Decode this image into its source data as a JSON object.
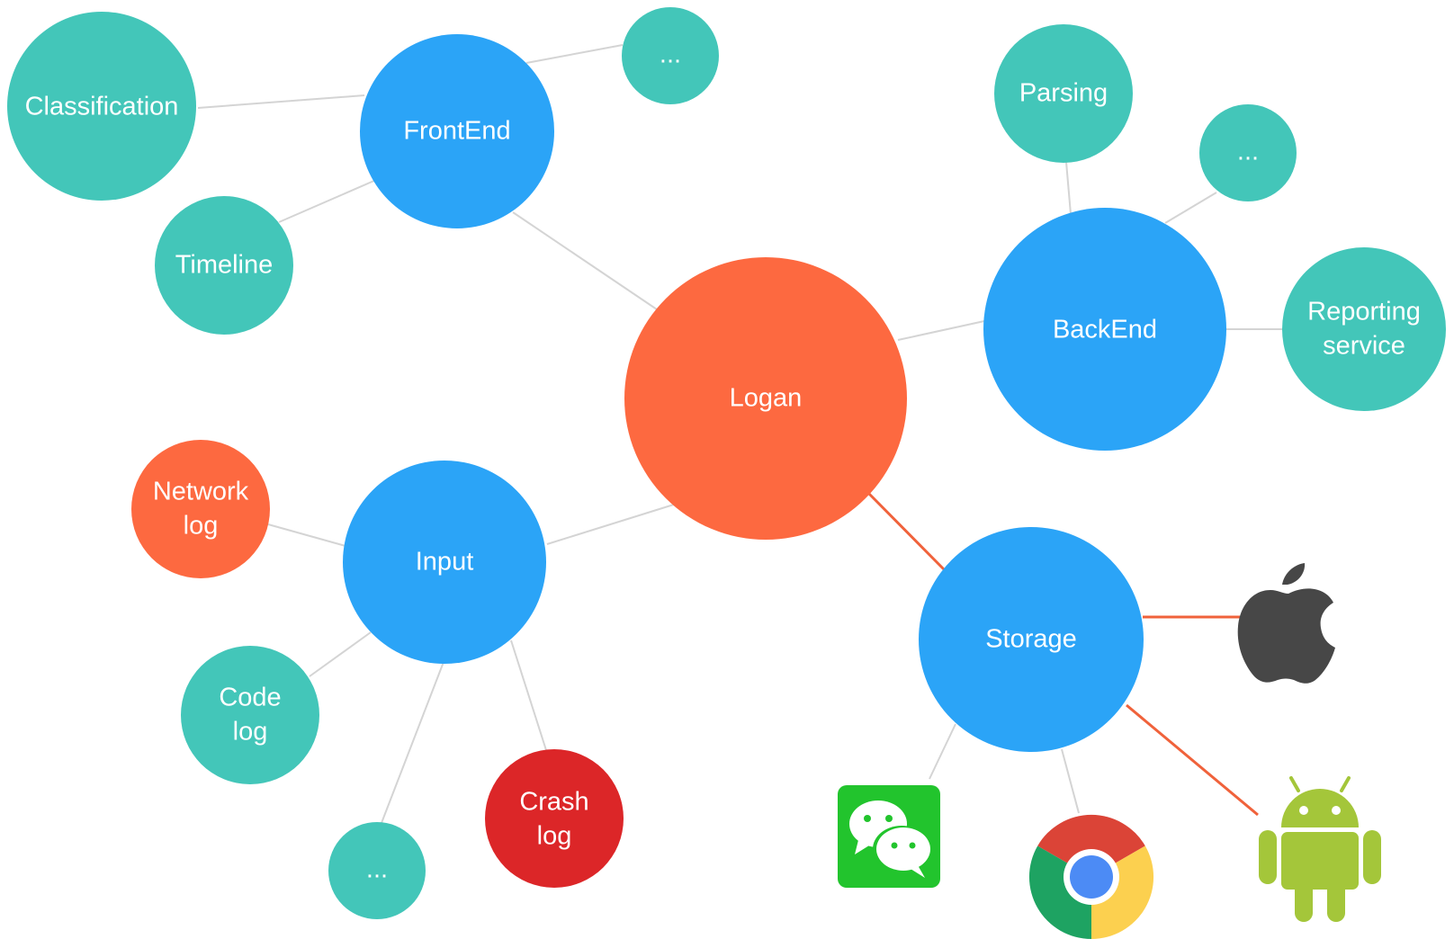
{
  "colors": {
    "root": "#fd6940",
    "category": "#2ba4f7",
    "leaf": "#43c6b9",
    "network_log": "#fd6940",
    "crash_log": "#dc2628",
    "edge_default": "#d4d4d4",
    "edge_storage": "#f0623b"
  },
  "nodes": {
    "logan": "Logan",
    "frontend": "FrontEnd",
    "backend": "BackEnd",
    "input": "Input",
    "storage": "Storage",
    "classification": "Classification",
    "timeline": "Timeline",
    "frontend_more": "...",
    "parsing": "Parsing",
    "backend_more": "...",
    "reporting_line1": "Reporting",
    "reporting_line2": "service",
    "network_line1": "Network",
    "network_line2": "log",
    "code_line1": "Code",
    "code_line2": "log",
    "input_more": "...",
    "crash_line1": "Crash",
    "crash_line2": "log"
  },
  "platform_icons": [
    "apple-icon",
    "wechat-icon",
    "chrome-icon",
    "android-icon"
  ]
}
